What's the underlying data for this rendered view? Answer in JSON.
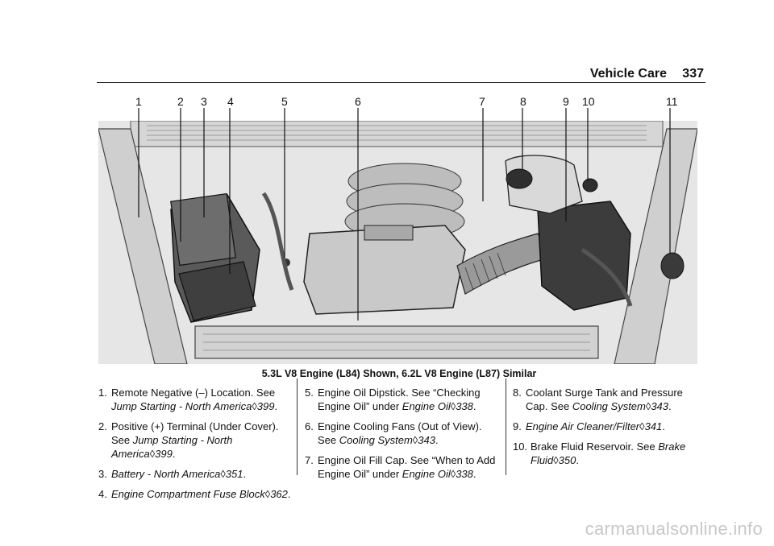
{
  "header": {
    "section": "Vehicle Care",
    "page_number": "337"
  },
  "callouts": [
    "1",
    "2",
    "3",
    "4",
    "5",
    "6",
    "7",
    "8",
    "9",
    "10",
    "11"
  ],
  "caption": "5.3L V8 Engine (L84) Shown, 6.2L V8 Engine (L87) Similar",
  "items": [
    {
      "num": "1.",
      "text": "Remote Negative (–) Location. See ",
      "ref": "Jump Starting - North America",
      "arrow": "◊",
      "page": "399",
      "end": "."
    },
    {
      "num": "2.",
      "text": "Positive (+) Terminal (Under Cover). See ",
      "ref": "Jump Starting - North America",
      "arrow": "◊",
      "page": "399",
      "end": "."
    },
    {
      "num": "3.",
      "text": "",
      "ref": "Battery - North America",
      "arrow": "◊",
      "page": "351",
      "end": "."
    },
    {
      "num": "4.",
      "text": "",
      "ref": "Engine Compartment Fuse Block",
      "arrow": "◊",
      "page": "362",
      "end": "."
    },
    {
      "num": "5.",
      "text": "Engine Oil Dipstick. See “Checking Engine Oil” under ",
      "ref": "Engine Oil",
      "arrow": "◊",
      "page": "338",
      "end": "."
    },
    {
      "num": "6.",
      "text": "Engine Cooling Fans (Out of View). See ",
      "ref": "Cooling System",
      "arrow": "◊",
      "page": "343",
      "end": "."
    },
    {
      "num": "7.",
      "text": "Engine Oil Fill Cap. See “When to Add Engine Oil” under ",
      "ref": "Engine Oil",
      "arrow": "◊",
      "page": "338",
      "end": "."
    },
    {
      "num": "8.",
      "text": "Coolant Surge Tank and Pressure Cap. See ",
      "ref": "Cooling System",
      "arrow": "◊",
      "page": "343",
      "end": "."
    },
    {
      "num": "9.",
      "text": "",
      "ref": "Engine Air Cleaner/Filter",
      "arrow": "◊",
      "page": "341",
      "end": "."
    },
    {
      "num": "10.",
      "text": "Brake Fluid Reservoir. See ",
      "ref": "Brake Fluid",
      "arrow": "◊",
      "page": "350",
      "end": "."
    }
  ],
  "watermark": "carmanualsonline.info"
}
